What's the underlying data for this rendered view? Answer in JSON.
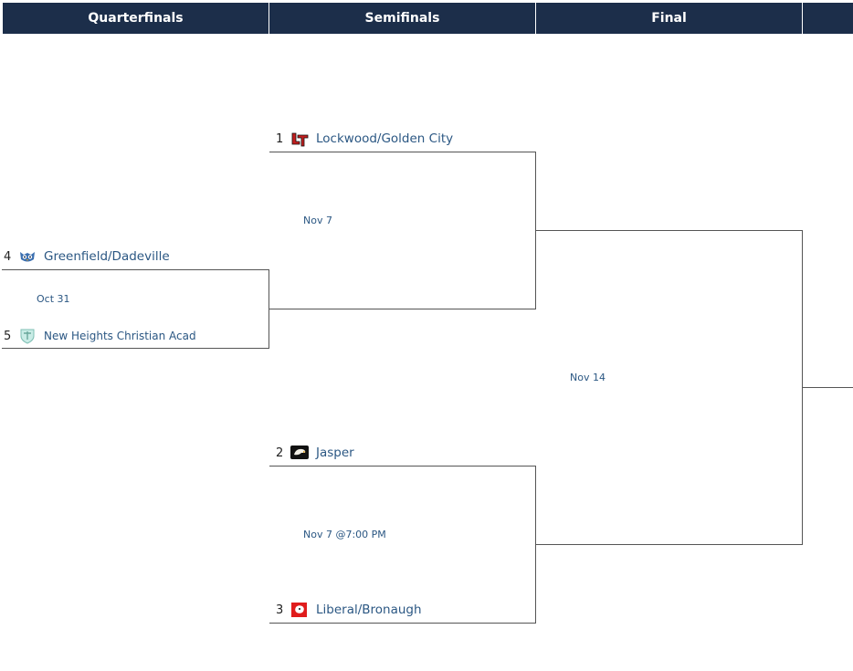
{
  "rounds": [
    {
      "label": "Quarterfinals"
    },
    {
      "label": "Semifinals"
    },
    {
      "label": "Final"
    }
  ],
  "quarterfinal": {
    "date": "Oct 31",
    "top": {
      "seed": "4",
      "name": "Greenfield/Dadeville",
      "logo": "owl-logo"
    },
    "bottom": {
      "seed": "5",
      "name": "New Heights Christian Acad",
      "logo": "shield-logo"
    }
  },
  "semifinal_1": {
    "date": "Nov 7",
    "top": {
      "seed": "1",
      "name": "Lockwood/Golden City",
      "logo": "lt-logo"
    }
  },
  "semifinal_2": {
    "date": "Nov 7 @7:00 PM",
    "top": {
      "seed": "2",
      "name": "Jasper",
      "logo": "eagle-logo"
    },
    "bottom": {
      "seed": "3",
      "name": "Liberal/Bronaugh",
      "logo": "bulldog-logo"
    }
  },
  "final": {
    "date": "Nov 14"
  },
  "colors": {
    "header_bg": "#1c2e4a",
    "link": "#2b5783",
    "lines": "#555555"
  }
}
